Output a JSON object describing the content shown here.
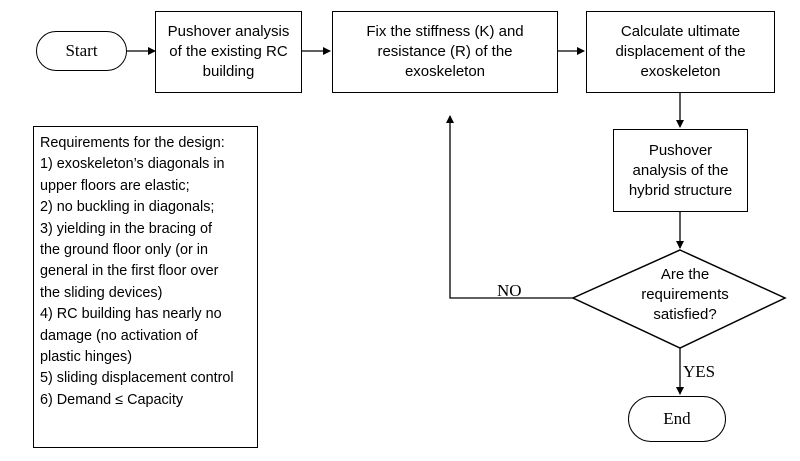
{
  "nodes": {
    "start": "Start",
    "pushover_existing": [
      "Pushover analysis",
      "of the existing RC",
      "building"
    ],
    "fix_stiffness": [
      "Fix the stiffness (K) and",
      "resistance (R) of the",
      "exoskeleton"
    ],
    "calc_displacement": [
      "Calculate ultimate",
      "displacement of the",
      "exoskeleton"
    ],
    "pushover_hybrid": [
      "Pushover",
      "analysis of the",
      "hybrid structure"
    ],
    "decision": [
      "Are the",
      "requirements",
      "satisfied?"
    ],
    "end": "End"
  },
  "edge_labels": {
    "no": "NO",
    "yes": "YES"
  },
  "requirements": {
    "title": "Requirements for the design:",
    "lines": [
      "1) exoskeleton’s diagonals in",
      "upper floors are elastic;",
      "2) no buckling in diagonals;",
      "3) yielding in the bracing of",
      "the ground floor only (or in",
      "general in the first floor over",
      "the sliding devices)",
      "4) RC building has nearly no",
      "damage (no activation of",
      "plastic hinges)",
      "5) sliding displacement control",
      "6) Demand ≤ Capacity"
    ]
  }
}
